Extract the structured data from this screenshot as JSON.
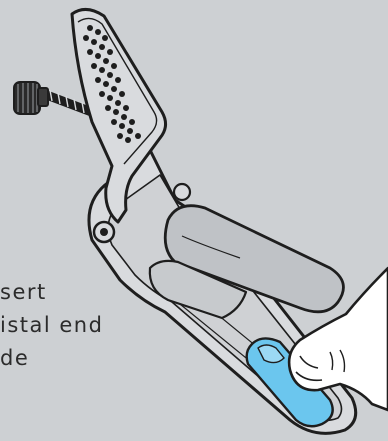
{
  "caption": {
    "lines": [
      "sert",
      "istal end",
      "de"
    ]
  },
  "colors": {
    "background": "#cdd0d3",
    "outline": "#1e1e1e",
    "cup_fill": "#bfc2c6",
    "body_fill": "#d9dbde",
    "accent_blue": "#6bc6ee",
    "hand_fill": "#ffffff",
    "text": "#2b2b2b"
  },
  "icons": [
    "thumbscrew-icon",
    "jaw-handle-icon",
    "splint-frame-icon",
    "finger-sleeve-icon",
    "blue-insert-icon",
    "hand-icon"
  ]
}
